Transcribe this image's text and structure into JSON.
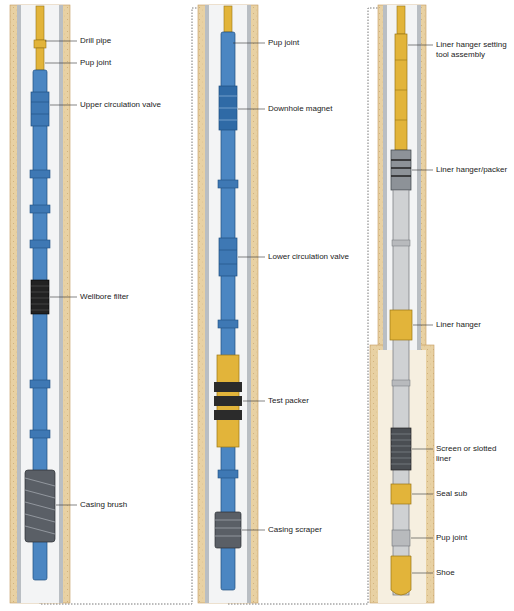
{
  "diagram": {
    "labels": [
      "Drill pipe",
      "Pup joint",
      "Upper circulation valve",
      "Wellbore filter",
      "Casing brush",
      "Pup joint",
      "Downhole magnet",
      "Lower circulation valve",
      "Test packer",
      "Casing scraper",
      "Liner hanger setting tool assembly",
      "Liner hanger/packer",
      "Liner hanger",
      "Screen or slotted liner",
      "Seal sub",
      "Pup joint",
      "Shoe"
    ]
  }
}
